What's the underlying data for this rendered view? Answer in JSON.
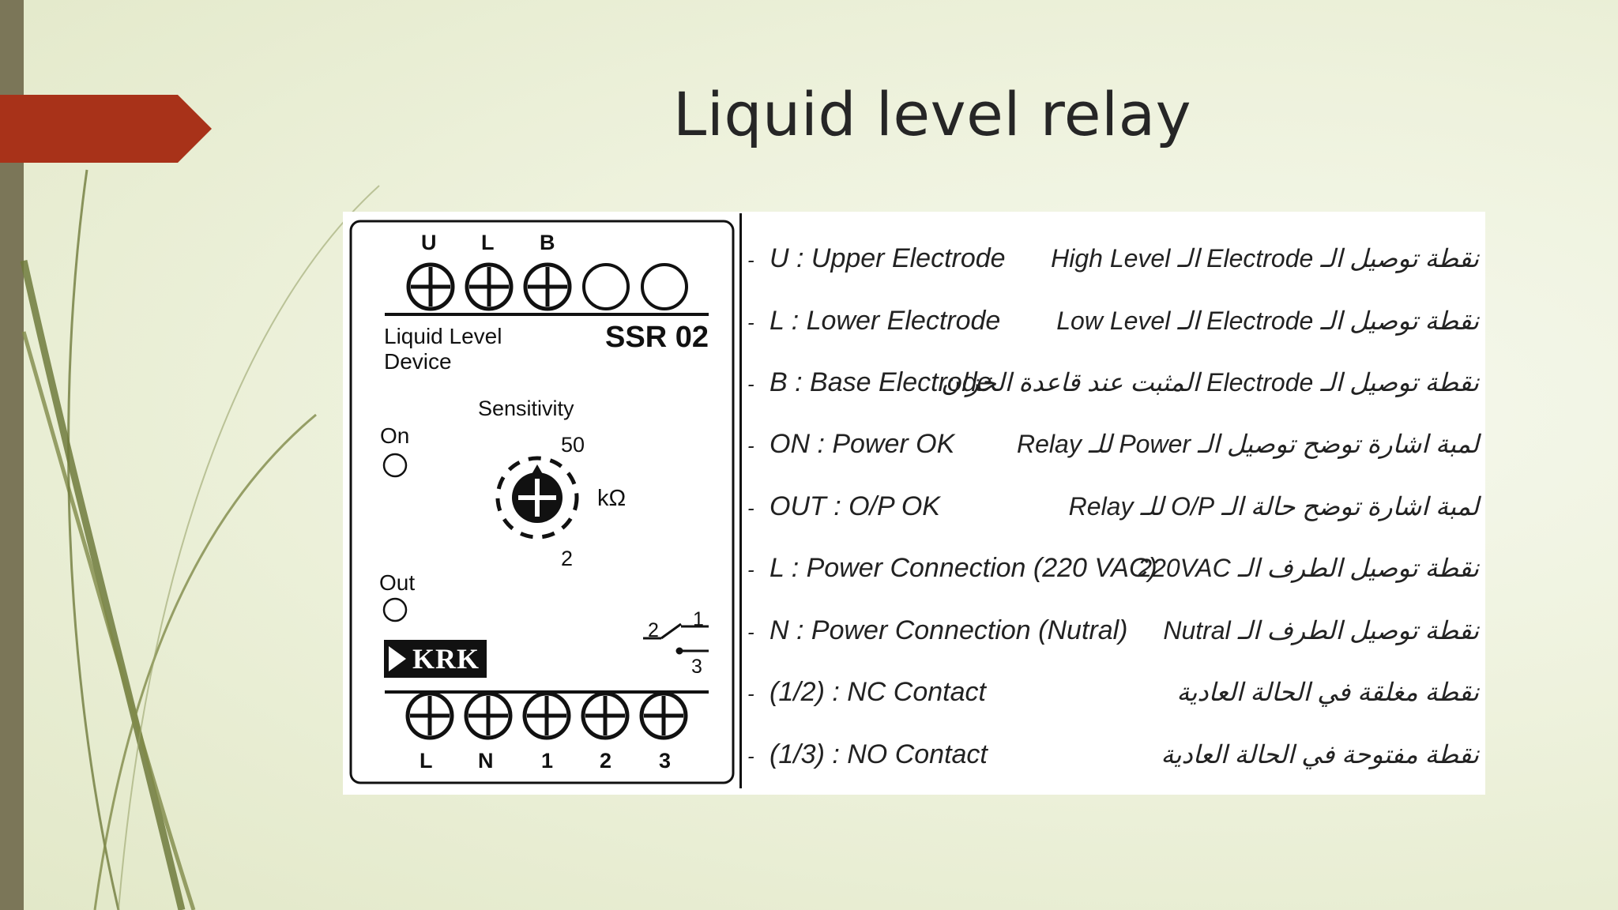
{
  "slide": {
    "title": "Liquid level relay",
    "colors": {
      "accent": "#a83219",
      "sidebar": "#7b7658",
      "swoosh": "#6f7a3c"
    }
  },
  "device": {
    "top_terminal_labels": [
      "U",
      "L",
      "B"
    ],
    "bottom_terminal_labels": [
      "L",
      "N",
      "1",
      "2",
      "3"
    ],
    "name_line1": "Liquid Level",
    "name_line2": "Device",
    "model": "SSR 02",
    "sensitivity_label": "Sensitivity",
    "dial_max": "50",
    "dial_min": "2",
    "unit": "kΩ",
    "on_label": "On",
    "out_label": "Out",
    "brand": "KRK",
    "contact_labels": {
      "common": "2",
      "nc": "1",
      "no": "3"
    }
  },
  "legend": [
    {
      "dash": "-",
      "en": "U : Upper Electrode",
      "ar": "نقطة توصيل الـ Electrode الـ High Level"
    },
    {
      "dash": "-",
      "en": "L : Lower Electrode",
      "ar": "نقطة توصيل الـ Electrode الـ Low Level"
    },
    {
      "dash": "-",
      "en": "B : Base Electrode",
      "ar": "نقطة توصيل الـ Electrode المثبت عند قاعدة الخزان"
    },
    {
      "dash": "-",
      "en": "ON : Power OK",
      "ar": "لمبة اشارة توضح توصيل الـ Power للـ Relay"
    },
    {
      "dash": "-",
      "en": "OUT : O/P OK",
      "ar": "لمبة اشارة توضح حالة الـ O/P للـ Relay"
    },
    {
      "dash": "-",
      "en": "L : Power Connection (220 VAC)",
      "ar": "نقطة توصيل الطرف الـ 220VAC"
    },
    {
      "dash": "-",
      "en": "N : Power Connection (Nutral)",
      "ar": "نقطة توصيل الطرف الـ Nutral"
    },
    {
      "dash": "-",
      "en": "(1/2) : NC Contact",
      "ar": "نقطة مغلقة في الحالة العادية"
    },
    {
      "dash": "-",
      "en": "(1/3) : NO Contact",
      "ar": "نقطة مفتوحة في الحالة العادية"
    }
  ]
}
